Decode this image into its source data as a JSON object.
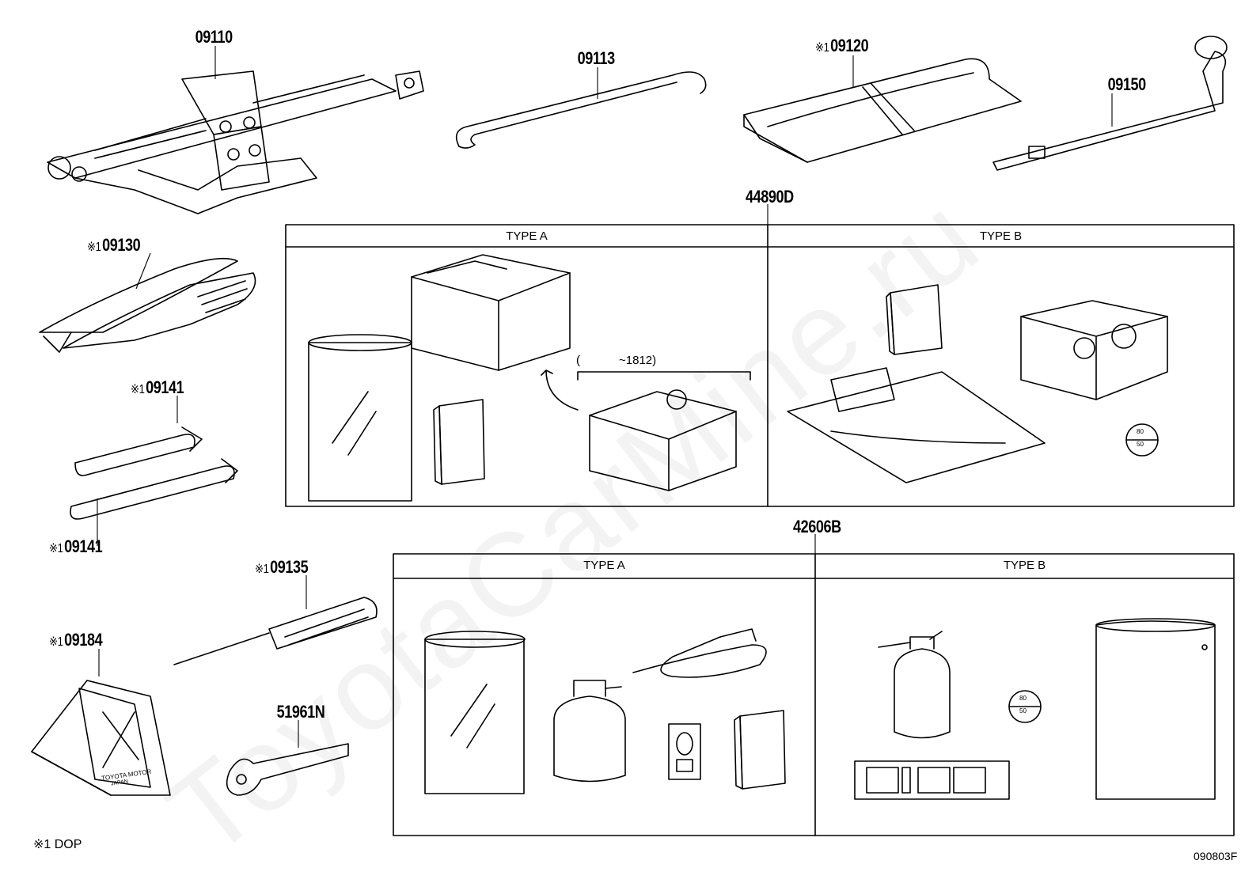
{
  "parts": {
    "p09110": {
      "mark": "",
      "code": "09110"
    },
    "p09113": {
      "mark": "",
      "code": "09113"
    },
    "p09120": {
      "mark": "※1",
      "code": "09120"
    },
    "p09150": {
      "mark": "",
      "code": "09150"
    },
    "p09130": {
      "mark": "※1",
      "code": "09130"
    },
    "p09141a": {
      "mark": "※1",
      "code": "09141"
    },
    "p09141b": {
      "mark": "※1",
      "code": "09141"
    },
    "p09135": {
      "mark": "※1",
      "code": "09135"
    },
    "p09184": {
      "mark": "※1",
      "code": "09184"
    },
    "p51961N": {
      "mark": "",
      "code": "51961N"
    }
  },
  "group_44890D": {
    "code": "44890D",
    "type_a": "TYPE A",
    "type_b": "TYPE B",
    "note_open": "(",
    "note_range": "~1812)"
  },
  "group_42606B": {
    "code": "42606B",
    "type_a": "TYPE A",
    "type_b": "TYPE B"
  },
  "labels": {
    "gauge_top": "80",
    "gauge_bottom": "50",
    "plate_text_1": "TOYOTA MOTOR",
    "plate_text_2": "JAPAN"
  },
  "footnote": "※1 DOP",
  "figure_id": "090803F",
  "watermark": "ToyotaCarMine.ru"
}
